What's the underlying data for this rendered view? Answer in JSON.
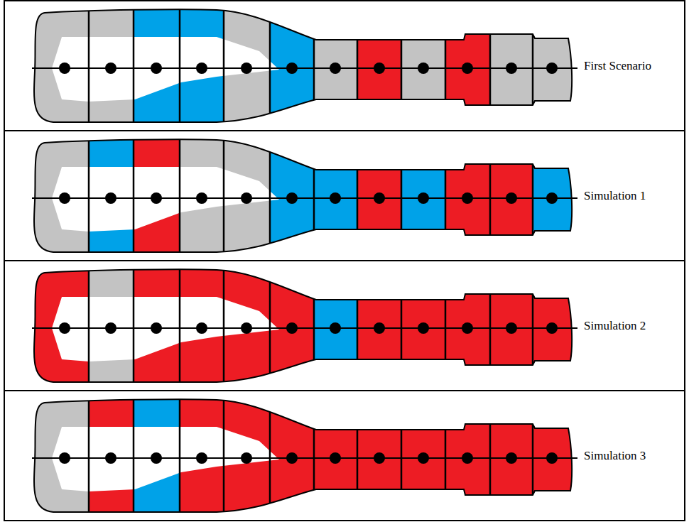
{
  "diagram": {
    "nodes": [
      {
        "text": [
          "First Scenario"
        ]
      },
      {
        "text": [
          "Simulation 1"
        ]
      },
      {
        "text": [
          "Simulation 2"
        ]
      },
      {
        "text": [
          "Simulation 3"
        ]
      }
    ]
  }
}
